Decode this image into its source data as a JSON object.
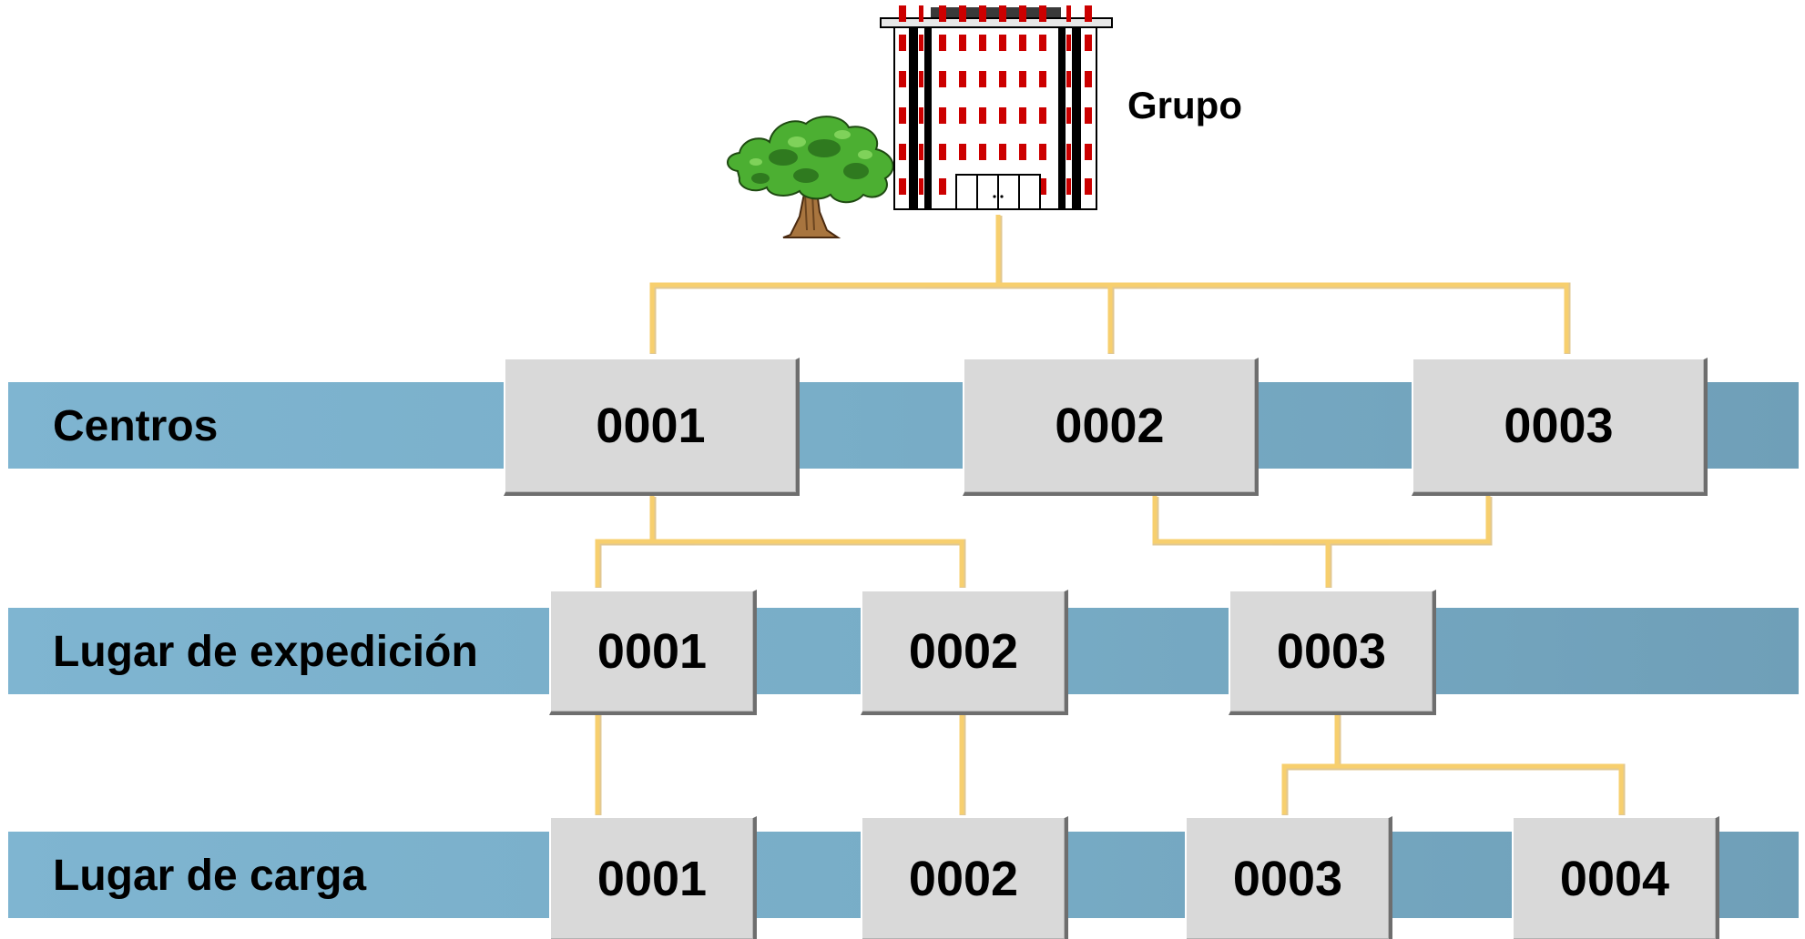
{
  "group": {
    "label": "Grupo"
  },
  "rows": [
    {
      "label": "Centros"
    },
    {
      "label": "Lugar de expedición"
    },
    {
      "label": "Lugar de carga"
    }
  ],
  "centros": [
    "0001",
    "0002",
    "0003"
  ],
  "expedicion": [
    "0001",
    "0002",
    "0003"
  ],
  "carga": [
    "0001",
    "0002",
    "0003",
    "0004"
  ],
  "colors": {
    "band": "#79aec8",
    "box": "#d9d9d9",
    "connector": "#f5c96a",
    "building_windows": "#cc0000",
    "tree": "#3f9a2b"
  },
  "icons": [
    "building-icon",
    "tree-icon"
  ]
}
